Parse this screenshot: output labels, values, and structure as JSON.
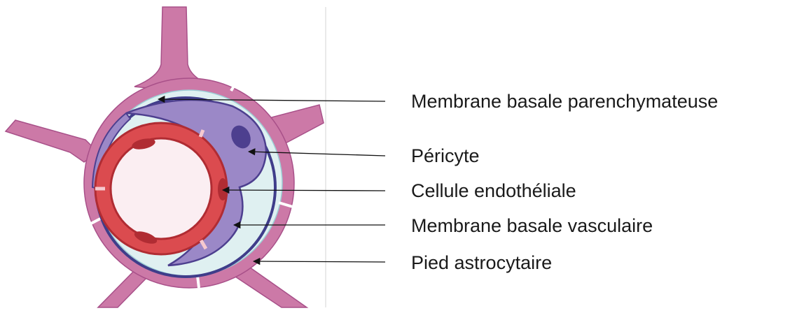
{
  "labels": [
    "Membrane basale parenchymateuse",
    "Péricyte",
    "Cellule endothéliale",
    "Membrane basale vasculaire",
    "Pied astrocytaire"
  ],
  "colors": {
    "astrocyte_fill": "#cc79a7",
    "astrocyte_stroke": "#a85089",
    "basal_lamina": "#dff0f1",
    "endothelium": "#db4b4f",
    "endothelium_dark": "#b02c33",
    "lumen": "#fbeef2",
    "pericyte": "#9b88c7",
    "pericyte_nucleus": "#4d3f8f",
    "vascular_membrane": "#3f3d8a"
  }
}
